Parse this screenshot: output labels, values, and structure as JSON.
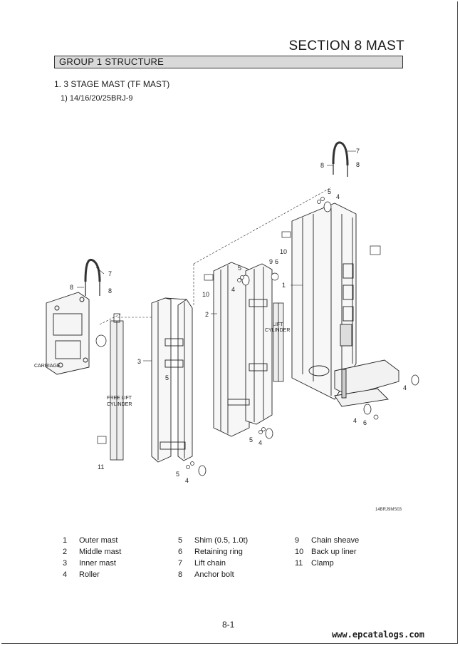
{
  "section_title": "SECTION 8 MAST",
  "group_title": "GROUP 1 STRUCTURE",
  "subheading": "1. 3 STAGE MAST (TF MAST)",
  "model_line": "1) 14/16/20/25BRJ-9",
  "diagram": {
    "figure_code": "14BRJ9MS03",
    "labels": {
      "carriage": "CARRIAGE",
      "free_lift_1": "FREE LIFT",
      "free_lift_2": "CYLINDER",
      "lift_1": "LIFT",
      "lift_2": "CYLINDER"
    },
    "callouts": {
      "c1": "1",
      "c2": "2",
      "c3": "3",
      "c4": "4",
      "c5": "5",
      "c6": "6",
      "c7": "7",
      "c8": "8",
      "c9": "9",
      "c10": "10",
      "c11": "11"
    }
  },
  "legend": [
    {
      "num": "1",
      "text": "Outer mast"
    },
    {
      "num": "5",
      "text": "Shim (0.5, 1.0t)"
    },
    {
      "num": "9",
      "text": "Chain sheave"
    },
    {
      "num": "2",
      "text": "Middle mast"
    },
    {
      "num": "6",
      "text": "Retaining ring"
    },
    {
      "num": "10",
      "text": "Back up liner"
    },
    {
      "num": "3",
      "text": "Inner mast"
    },
    {
      "num": "7",
      "text": "Lift chain"
    },
    {
      "num": "11",
      "text": "Clamp"
    },
    {
      "num": "4",
      "text": "Roller"
    },
    {
      "num": "8",
      "text": "Anchor bolt"
    }
  ],
  "page_number": "8-1",
  "watermark": "www.epcatalogs.com"
}
